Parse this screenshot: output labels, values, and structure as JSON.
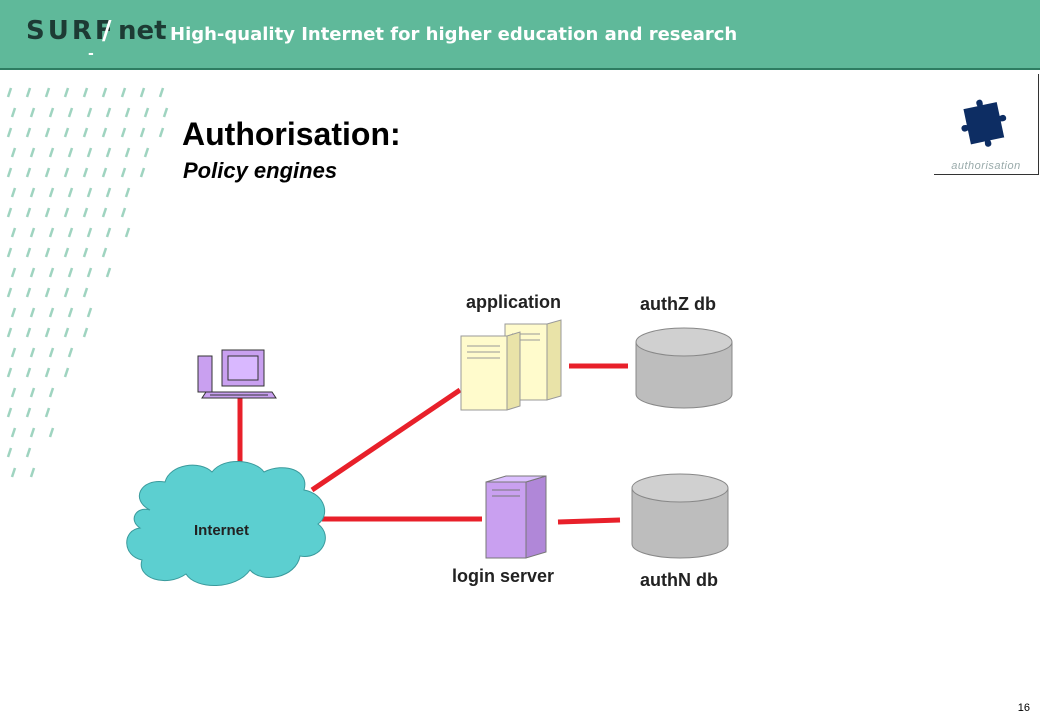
{
  "header": {
    "logo_surf": "SURF",
    "logo_slash": "/",
    "logo_net": "net",
    "logo_dashes": "-- , --",
    "tagline": "High-quality Internet for higher education and research"
  },
  "slide": {
    "title": "Authorisation:",
    "subtitle": "Policy engines",
    "badge_label": "authorisation",
    "page_number": "16"
  },
  "diagram": {
    "labels": {
      "application": "application",
      "authz_db": "authZ db",
      "internet": "Internet",
      "login_server": "login server",
      "authn_db": "authN db"
    },
    "icons": [
      "client-computer-icon",
      "application-server-icon",
      "login-server-icon",
      "database-icon",
      "cloud-icon",
      "puzzle-piece-icon"
    ],
    "colors": {
      "link": "#e8202a",
      "cloud": "#5ccfd0",
      "app_server": "#fffbcc",
      "login_server": "#c9a0f0",
      "database": "#bdbdbd",
      "computer": "#c9a0f0",
      "header": "#5fb99a",
      "puzzle": "#0d2d63"
    }
  }
}
